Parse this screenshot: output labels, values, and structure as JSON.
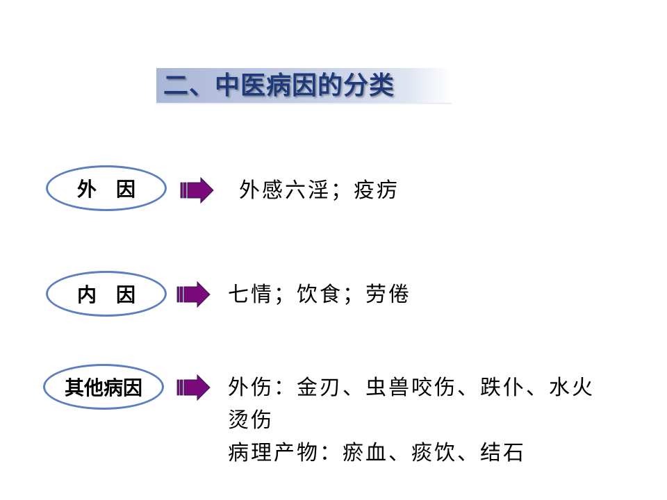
{
  "title": "二、中医病因的分类",
  "rows": [
    {
      "category": "外　因",
      "description_lines": [
        "外感六淫；疫疠"
      ]
    },
    {
      "category": "内　因",
      "description_lines": [
        "七情；饮食；劳倦"
      ]
    },
    {
      "category": "其他病因",
      "description_lines": [
        "外伤：金刃、虫兽咬伤、跌仆、水火",
        "烫伤",
        "病理产物：瘀血、痰饮、结石"
      ]
    }
  ],
  "colors": {
    "title_text": "#1f3a7a",
    "oval_border": "#5b7fc0",
    "arrow_fill": "#7a0a7a",
    "arrow_stroke": "#2b1a4a"
  },
  "icons": {
    "arrow": "right-arrow-icon"
  }
}
